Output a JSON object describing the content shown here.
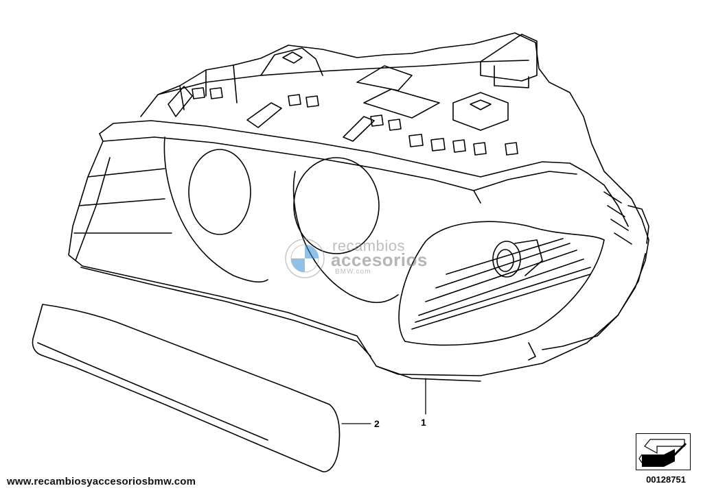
{
  "labels": {
    "part1": "1",
    "part2": "2"
  },
  "footer": {
    "website": "www.recambiosyaccesoriosbmw.com",
    "diagram_id": "00128751"
  },
  "watermark": {
    "line1": "recambios",
    "line2": "accesorios",
    "line3": "BMW.com",
    "logo": "bmw-roundel-icon"
  },
  "icons": {
    "orientation": "arrow-down-left-icon"
  },
  "colors": {
    "line": "#000000",
    "background": "#ffffff",
    "watermark_blue": "#3a8fd6"
  }
}
